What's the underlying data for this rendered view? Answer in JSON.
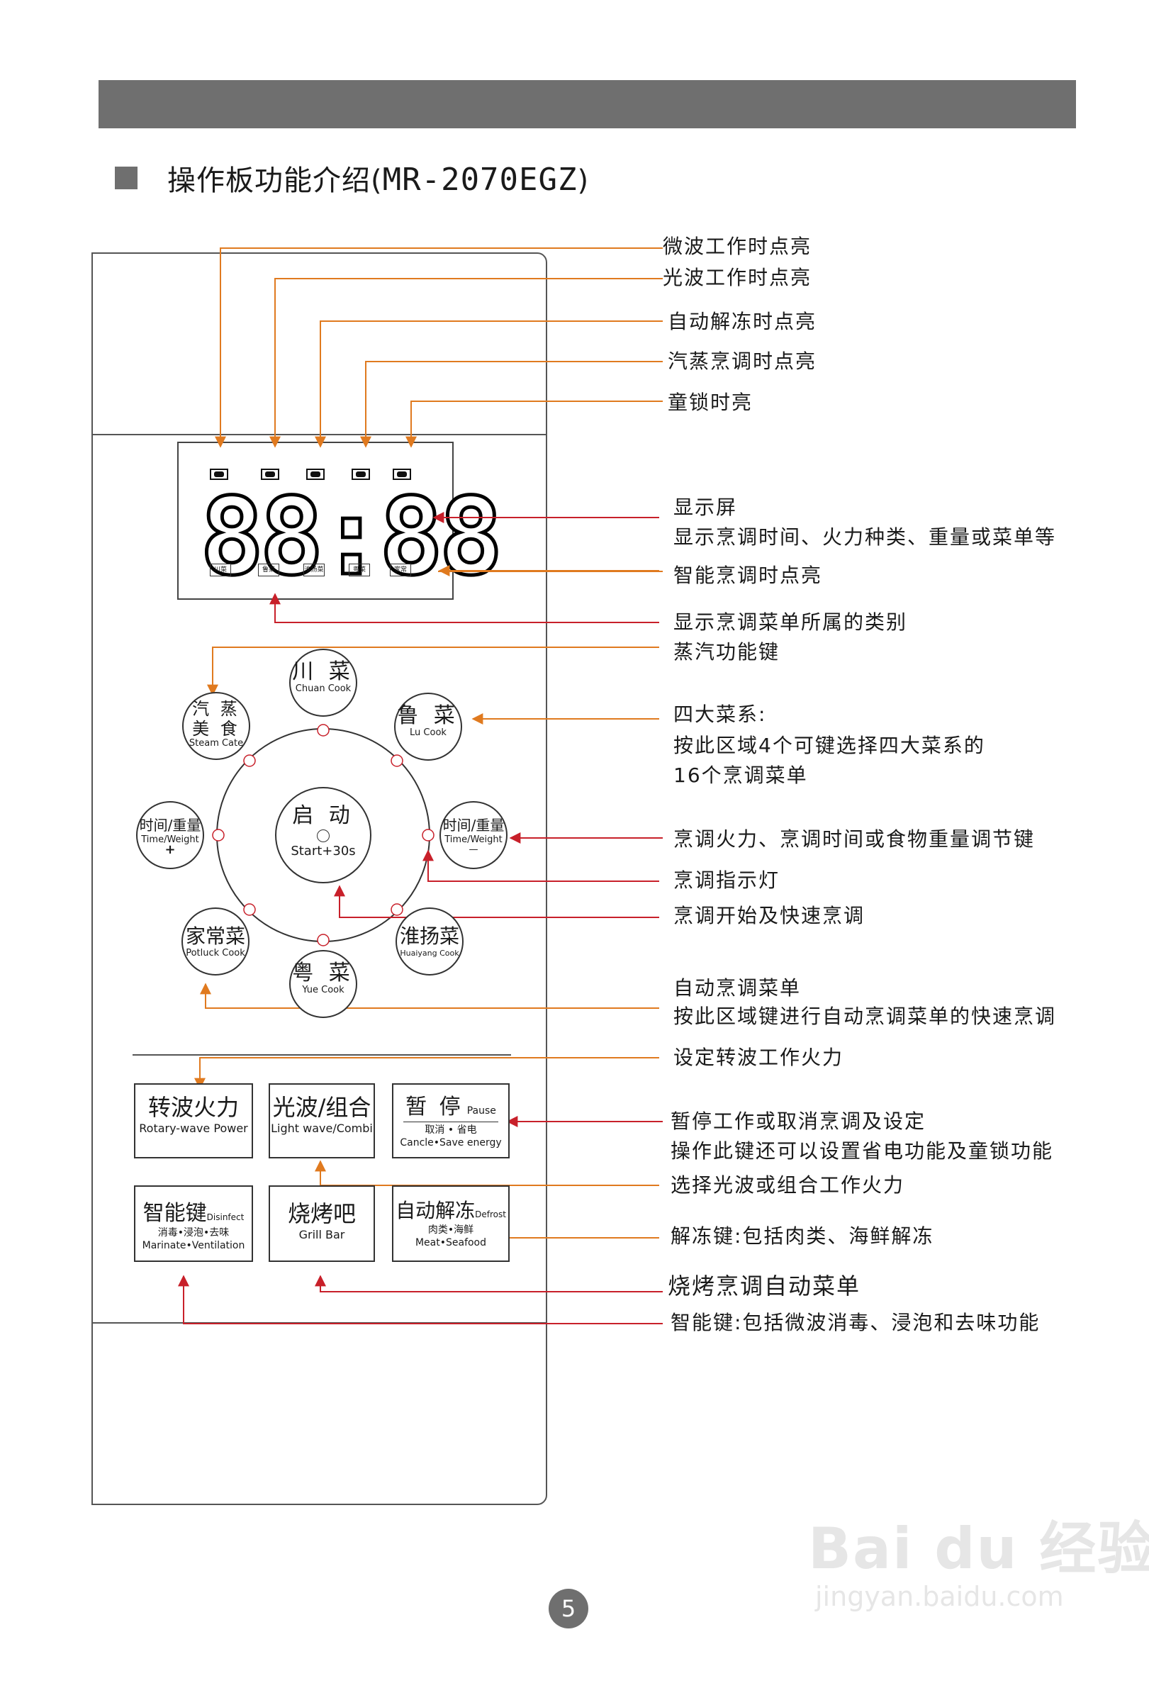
{
  "header": {
    "title_zh": "操作板功能介绍(",
    "title_model": "MR-2070EGZ",
    "title_end": ")"
  },
  "display": {
    "digits": "88:88",
    "icons": [
      "microwave-icon",
      "light-wave-icon",
      "defrost-icon",
      "steam-icon",
      "child-lock-icon"
    ],
    "categories": [
      "川菜",
      "鲁菜",
      "淮扬菜",
      "粤菜",
      "家常"
    ]
  },
  "dial": {
    "chuan": {
      "zh": "川 菜",
      "en": "Chuan Cook"
    },
    "lu": {
      "zh": "鲁 菜",
      "en": "Lu Cook"
    },
    "steam": {
      "zh1": "汽 蒸",
      "zh2": "美 食",
      "en": "Steam Cate"
    },
    "time_plus": {
      "zh": "时间/重量",
      "en": "Time/Weight",
      "sign": "+"
    },
    "time_minus": {
      "zh": "时间/重量",
      "en": "Time/Weight",
      "sign": "—"
    },
    "start": {
      "zh": "启 动",
      "en": "Start+30s"
    },
    "potluck": {
      "zh": "家常菜",
      "en": "Potluck Cook"
    },
    "huaiyang": {
      "zh": "淮扬菜",
      "en": "Huaiyang Cook"
    },
    "yue": {
      "zh": "粤 菜",
      "en": "Yue Cook"
    }
  },
  "buttons": {
    "rotary": {
      "zh": "转波火力",
      "en": "Rotary-wave Power"
    },
    "lightwave": {
      "zh": "光波/组合",
      "en": "Light wave/Combi"
    },
    "pause": {
      "zh": "暂 停",
      "en_top": "Pause",
      "zh_sub": "取消 • 省电",
      "en": "Cancle•Save energy"
    },
    "smart": {
      "zh": "智能键",
      "en_top": "Disinfect",
      "zh_sub": "消毒•浸泡•去味",
      "en": "Marinate•Ventilation"
    },
    "grill": {
      "zh": "烧烤吧",
      "en": "Grill Bar"
    },
    "defrost": {
      "zh": "自动解冻",
      "en_top": "Defrost",
      "zh_sub": "肉类•海鲜",
      "en": "Meat•Seafood"
    }
  },
  "annotations": {
    "microwave": "微波工作时点亮",
    "lightwave": "光波工作时点亮",
    "autodefrost": "自动解冻时点亮",
    "steam": "汽蒸烹调时点亮",
    "childlock": "童锁时亮",
    "screen_title": "显示屏",
    "screen_desc": "显示烹调时间、火力种类、重量或菜单等",
    "smart_cook": "智能烹调时点亮",
    "category": "显示烹调菜单所属的类别",
    "steam_key": "蒸汽功能键",
    "four_title": "四大菜系:",
    "four_desc1": "按此区域4个可键选择四大菜系的",
    "four_desc2": "16个烹调菜单",
    "adjust": "烹调火力、烹调时间或食物重量调节键",
    "indicator": "烹调指示灯",
    "start_quick": "烹调开始及快速烹调",
    "auto_menu": "自动烹调菜单",
    "auto_menu_desc": "按此区域键进行自动烹调菜单的快速烹调",
    "rotary_set": "设定转波工作火力",
    "pause1": "暂停工作或取消烹调及设定",
    "pause2": "操作此键还可以设置省电功能及童锁功能",
    "lightwave_sel": "选择光波或组合工作火力",
    "defrost_key": "解冻键:包括肉类、海鲜解冻",
    "grill_menu": "烧烤烹调自动菜单",
    "smart_key": "智能键:包括微波消毒、浸泡和去味功能"
  },
  "footer": {
    "page": "5"
  },
  "watermark": {
    "logo": "Bai du 经验",
    "url": "jingyan.baidu.com"
  },
  "colors": {
    "orange": "#e07a1f",
    "red": "#c8202a",
    "bar": "#6f6f6f"
  }
}
